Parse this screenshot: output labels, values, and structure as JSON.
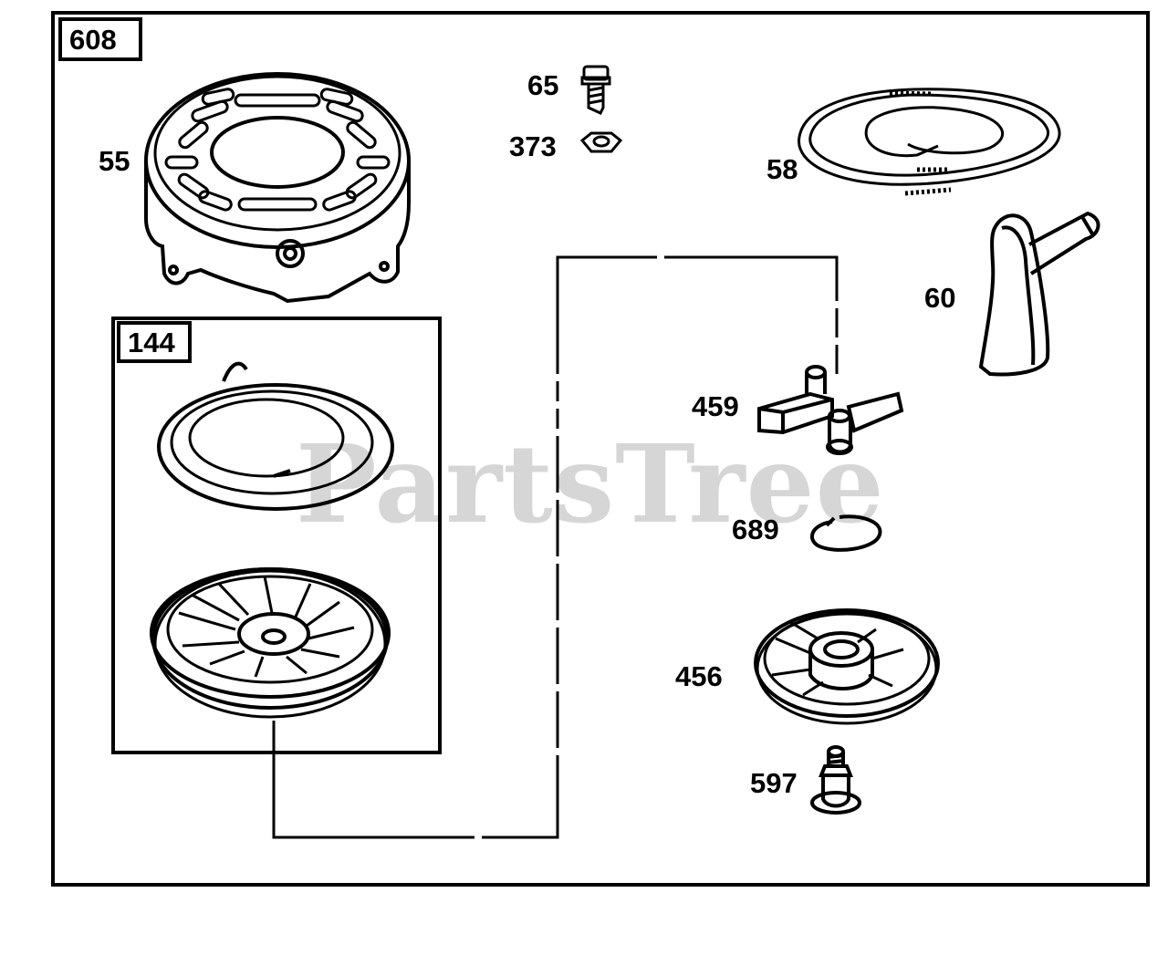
{
  "assembly": {
    "number": "608",
    "subassembly_number": "144",
    "watermark": "PartsTree"
  },
  "parts": {
    "p55": "55",
    "p65": "65",
    "p373": "373",
    "p58": "58",
    "p60": "60",
    "p459": "459",
    "p689": "689",
    "p456": "456",
    "p597": "597"
  },
  "colors": {
    "ink": "#000000",
    "background": "#ffffff",
    "watermark": "#c8c8c8"
  }
}
